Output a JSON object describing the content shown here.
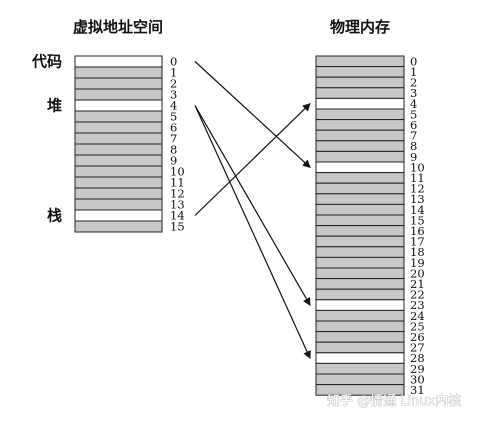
{
  "virtual": {
    "title": "虚拟地址空间",
    "pages": [
      0,
      1,
      2,
      3,
      4,
      5,
      6,
      7,
      8,
      9,
      10,
      11,
      12,
      13,
      14,
      15
    ],
    "mapped": [
      0,
      4,
      14
    ],
    "segments": [
      {
        "label": "代码",
        "page": 0
      },
      {
        "label": "堆",
        "page": 4
      },
      {
        "label": "栈",
        "page": 14
      }
    ]
  },
  "physical": {
    "title": "物理内存",
    "pages": [
      0,
      1,
      2,
      3,
      4,
      5,
      6,
      7,
      8,
      9,
      10,
      11,
      12,
      13,
      14,
      15,
      16,
      17,
      18,
      19,
      20,
      21,
      22,
      23,
      24,
      25,
      26,
      27,
      28,
      29,
      30,
      31
    ],
    "free": [
      4,
      10,
      23,
      28
    ]
  },
  "mappings": [
    {
      "from": 0,
      "to": 10
    },
    {
      "from": 4,
      "to": 23
    },
    {
      "from": 4,
      "to": 28
    },
    {
      "from": 14,
      "to": 4
    }
  ],
  "colors": {
    "used": "#c8c8c8",
    "free": "#ffffff",
    "stroke": "#222222"
  },
  "watermark": "知乎 @情通 Linux内核"
}
